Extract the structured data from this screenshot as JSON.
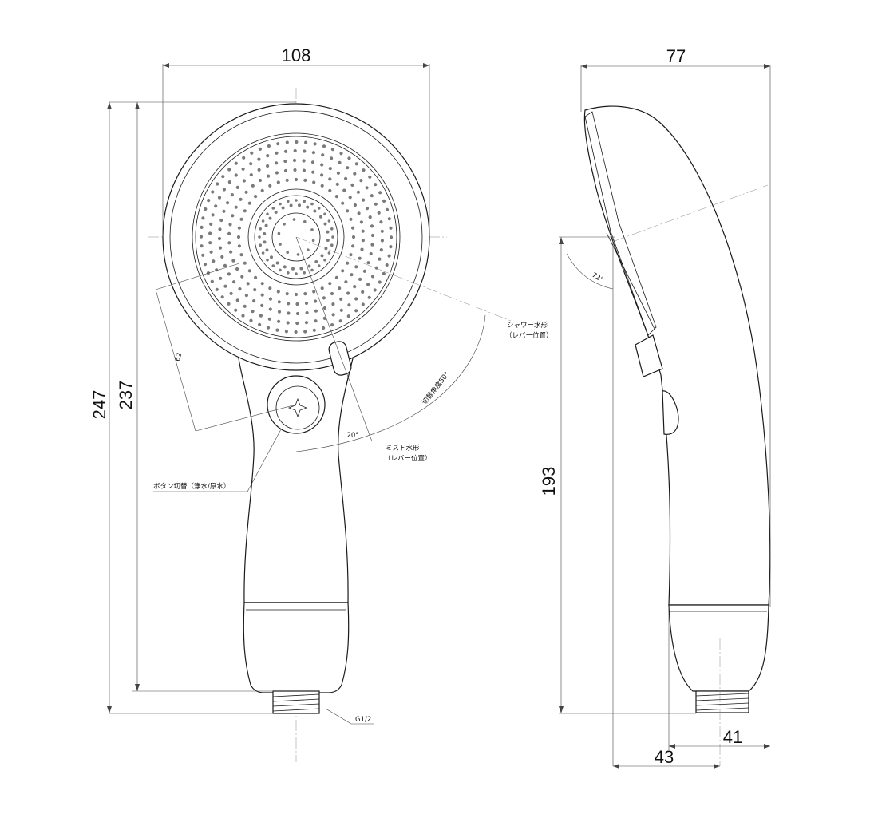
{
  "front_view": {
    "width_dim": "108",
    "total_height_dim": "247",
    "body_height_dim": "237",
    "radius_dim": "62",
    "lever_angle_small": "20°",
    "switch_angle_label": "切替角度50°",
    "shower_label_line1": "シャワー水形",
    "shower_label_line2": "（レバー位置）",
    "mist_label_line1": "ミスト水形",
    "mist_label_line2": "（レバー位置）",
    "button_label": "ボタン切替（浄水/原水）",
    "thread_label": "G1/2"
  },
  "side_view": {
    "depth_dim": "77",
    "pivot_height_dim": "193",
    "tilt_angle": "72°",
    "base_offset_dim": "41",
    "total_offset_dim": "43"
  }
}
